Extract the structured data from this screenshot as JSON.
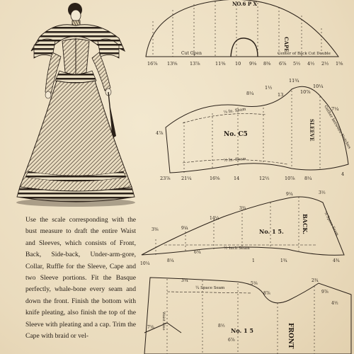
{
  "description": "Use the scale corresponding with the bust measure to draft the entire Waist and Sleeves, which consists of Front, Back, Side-back, Under-arm-gore, Collar, Ruffle for the Sleeve, Cape and two Sleeve portions. Fit the Basque perfectly, whale-bone every seam and down the front. Finish the bottom with knife pleating, also finish the top of the Sleeve with pleating and a cap. Trim the Cape with braid or vel-",
  "patterns": {
    "cape": {
      "number": "NO.6 P X",
      "name": "CAPE",
      "cut_open": "Cut Open",
      "center_fold": "Center of Back Cut Double",
      "measures": [
        "16⅞",
        "13⅝",
        "13⅞",
        "11⅜",
        "10",
        "9⅛",
        "8⅜",
        "6⅞",
        "5½",
        "4½",
        "2½",
        "1⅝"
      ]
    },
    "sleeve": {
      "number": "No. C5",
      "name": "SLEEVE",
      "inseam_label": "¼ In. Seam",
      "inseam_label_2": "½ In. Seam",
      "gather_label": "Gather between Notches",
      "measures_top": [
        "8¼",
        "1½",
        "13",
        "11¾",
        "10⅞",
        "10¼",
        "7¼"
      ],
      "measures_bottom": [
        "23⅞",
        "21¼",
        "16⅝",
        "14",
        "12½",
        "10⅞",
        "8¼",
        "4"
      ],
      "measures_left": [
        "4⅞"
      ]
    },
    "back": {
      "number": "No. 1 5.",
      "name": "BACK.",
      "seam_label": "½ Inch Seam",
      "space_seam_label": "¼ Space Seam",
      "measures": [
        "3½",
        "9¼",
        "3¾",
        "14¼",
        "9¼",
        "6¼",
        "10¼",
        "8¼",
        "4¾",
        "1¾",
        "1",
        "3⅝"
      ]
    },
    "front": {
      "number": "No. 1 5",
      "name": "FRONT",
      "waist_label": "Waist Line",
      "space_seam_label": "¼ Space Seam",
      "measures": [
        "3¼",
        "5⅛",
        "8⅞",
        "7⅛",
        "8½",
        "6⅞",
        "2¾",
        "9⅞",
        "4½"
      ]
    }
  }
}
